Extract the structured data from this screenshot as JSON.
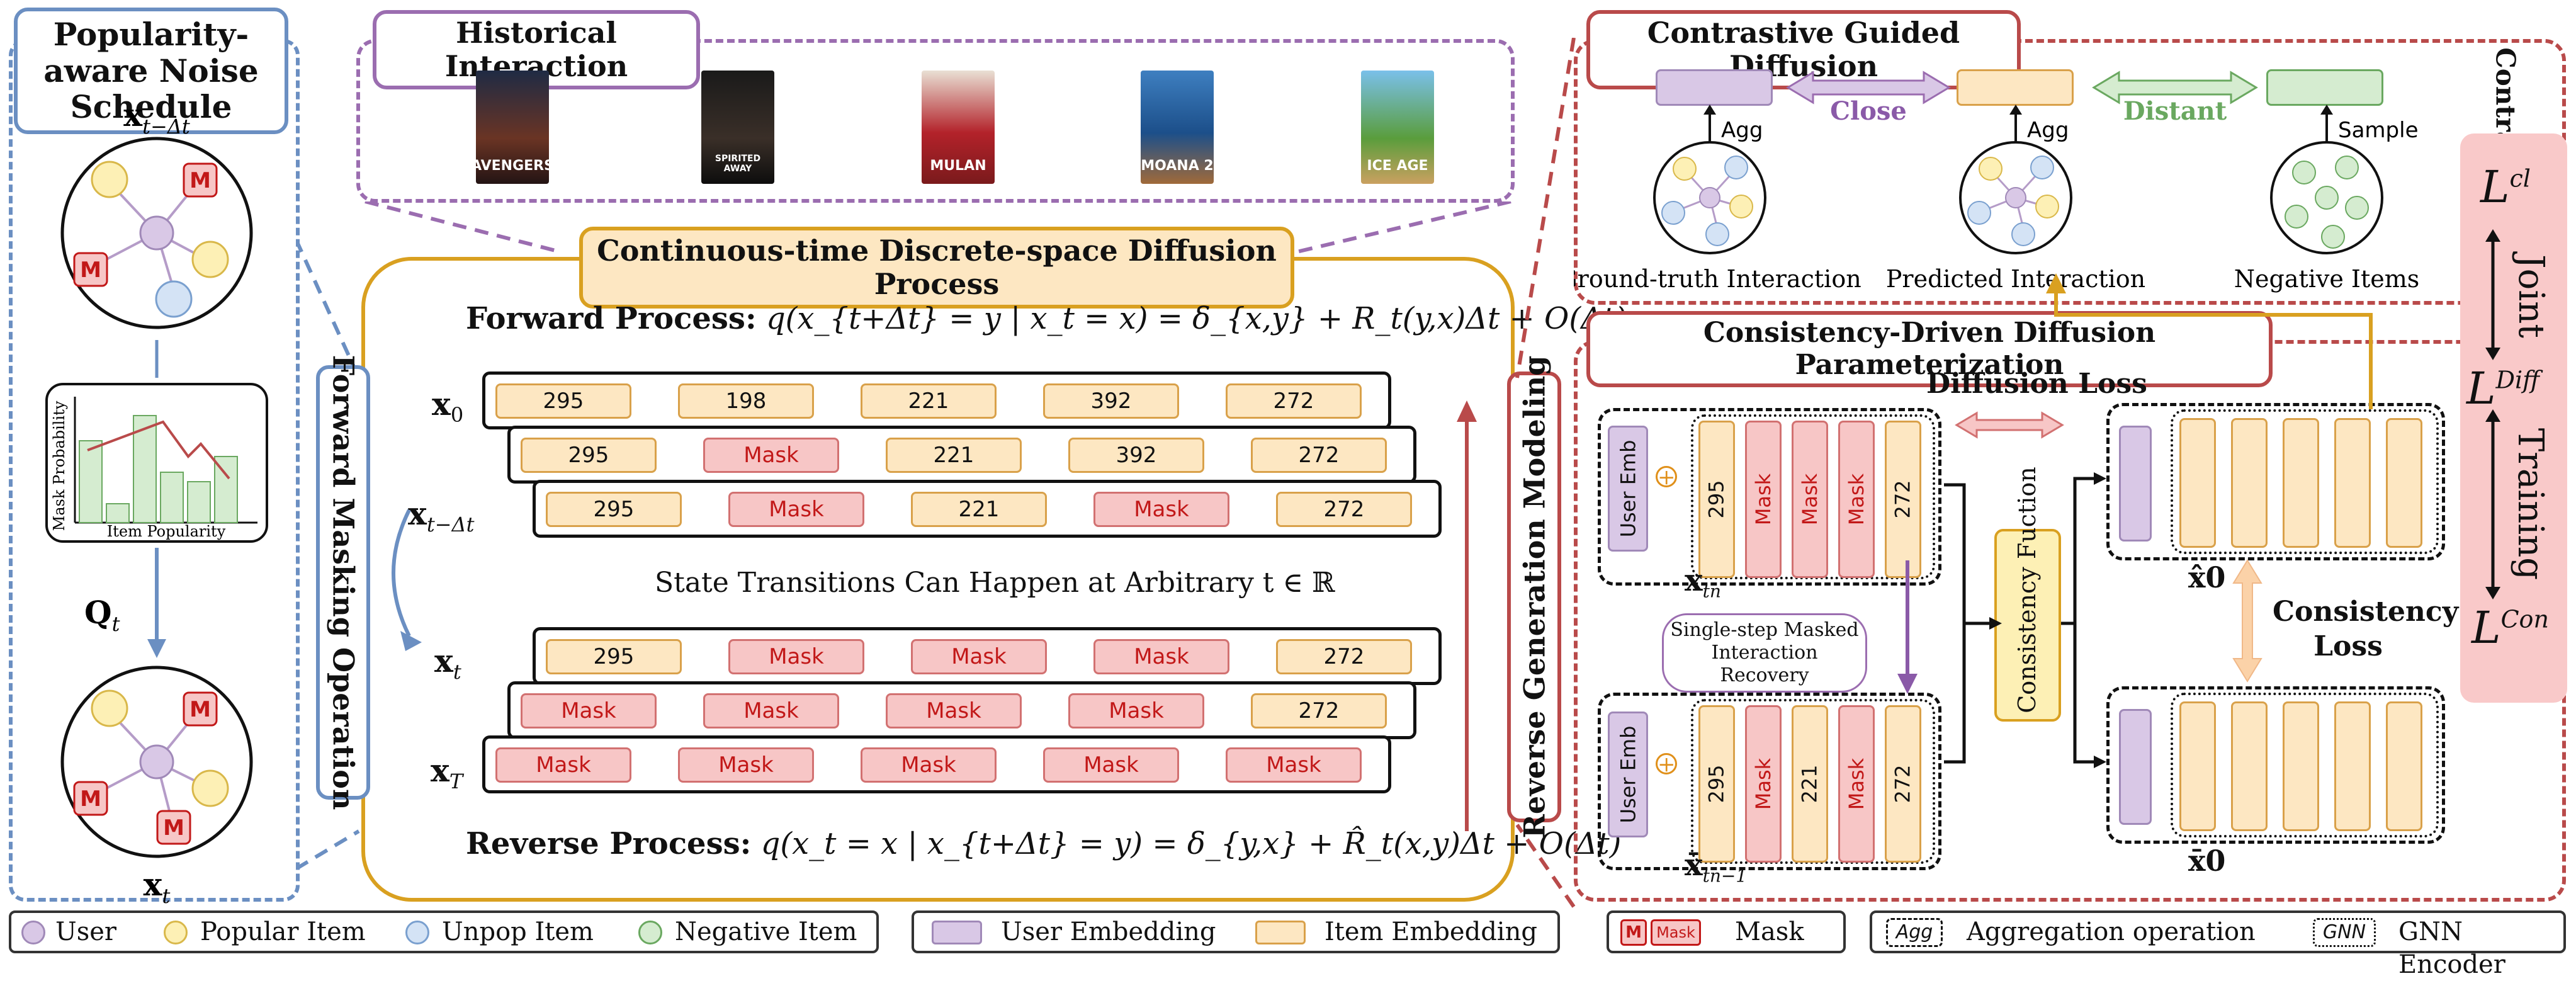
{
  "left_panel": {
    "title": "Popularity-aware Noise Schedule",
    "x_top": "x",
    "x_top_sub": "t−Δt",
    "chart_ylabel": "Mask Probability",
    "chart_xlabel": "Item Popularity",
    "q_label": "Q",
    "q_sub": "t",
    "x_bottom": "x",
    "x_bottom_sub": "t",
    "mask_letter": "M"
  },
  "historical": {
    "title": "Historical Interaction",
    "posters": [
      "AVENGERS",
      "SPIRITED AWAY",
      "MULAN",
      "MOANA 2",
      "ICE AGE"
    ]
  },
  "center": {
    "title": "Continuous-time Discrete-space Diffusion Process",
    "forward_label": "Forward Process:",
    "forward_formula": "q(x_{t+Δt} = y | x_t = x) = δ_{x,y} + R_t(y,x)Δt + O(Δt)",
    "reverse_label": "Reverse Process:",
    "reverse_formula": "q(x_t = x | x_{t+Δt} = y) = δ_{y,x} + R̂_t(x,y)Δt + O(Δt)",
    "transition_text": "State Transitions Can Happen at Arbitrary t ∈ ℝ",
    "row_labels": [
      "x0",
      "x_{t−Δt}",
      "x_t",
      "x_T"
    ],
    "rows": [
      [
        "295",
        "198",
        "221",
        "392",
        "272"
      ],
      [
        "295",
        "Mask",
        "221",
        "392",
        "272"
      ],
      [
        "295",
        "Mask",
        "221",
        "Mask",
        "272"
      ],
      [
        "295",
        "Mask",
        "Mask",
        "Mask",
        "272"
      ],
      [
        "Mask",
        "Mask",
        "Mask",
        "Mask",
        "272"
      ],
      [
        "Mask",
        "Mask",
        "Mask",
        "Mask",
        "Mask"
      ]
    ]
  },
  "forward_masking": "Forward Masking Operation",
  "reverse_generation": "Reverse Generation Modeling",
  "contrastive": {
    "title": "Contrastive Guided Diffusion",
    "close": "Close",
    "distant": "Distant",
    "agg": "Agg",
    "sample": "Sample",
    "gt_label": "Ground-truth Interaction",
    "pred_label": "Predicted  Interaction",
    "neg_label": "Negative Items",
    "loss_label": "Contrastive Loss"
  },
  "consistency": {
    "title": "Consistency-Driven Diffusion Parameterization",
    "diffusion_loss": "Diffusion Loss",
    "user_emb": "User Emb",
    "top_tokens": [
      "295",
      "Mask",
      "Mask",
      "Mask",
      "272"
    ],
    "bottom_tokens": [
      "295",
      "Mask",
      "221",
      "Mask",
      "272"
    ],
    "xtn": "x",
    "xtn_sub": "tn",
    "xbar_sub": "tn−1",
    "recovery": "Single-step Masked Interaction Recovery",
    "function": "Consistency Fuction",
    "consistency_loss": "Consistency Loss",
    "x0_hat": "x̂0",
    "x0_bar": "x̄0"
  },
  "right_panel": {
    "l_cl": "L",
    "l_cl_sup": "cl",
    "l_diff_sup": "Diff",
    "l_con_sup": "Con",
    "joint": "Joint",
    "training": "Training"
  },
  "legend": {
    "user": "User",
    "popular": "Popular Item",
    "unpop": "Unpop Item",
    "negative": "Negative Item",
    "user_emb": "User Embedding",
    "item_emb": "Item Embedding",
    "mask_small_m": "M",
    "mask_small_word": "Mask",
    "mask": "Mask",
    "agg_box": "Agg",
    "agg": "Aggregation operation",
    "gnn_box": "GNN",
    "gnn": "GNN Encoder"
  },
  "colors": {
    "blue_dash": "#6b8fc2",
    "purple_dash": "#9b6db0",
    "gold": "#d9a020",
    "red_dash": "#b94a4a",
    "user": "#d9c8e6",
    "popular": "#fdf0b5",
    "unpop": "#d4e3f5",
    "negative": "#d5ecd0",
    "item": "#fde7c2",
    "mask": "#f7c6c6"
  }
}
